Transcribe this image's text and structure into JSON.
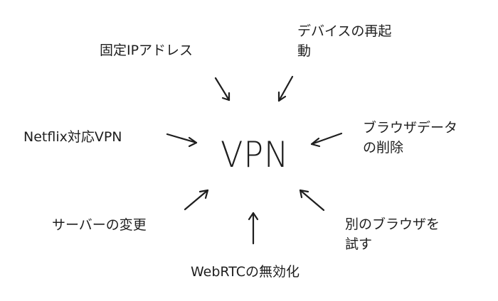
{
  "diagram": {
    "center": "VPN",
    "nodes": {
      "static_ip": "固定IPアドレス",
      "restart_device": {
        "line1": "デバイスの再起",
        "line2": "動"
      },
      "netflix_vpn": "Netflix対応VPN",
      "clear_browser": {
        "line1": "ブラウザデータ",
        "line2": "の削除"
      },
      "change_server": "サーバーの変更",
      "other_browser": {
        "line1": "別のブラウザを",
        "line2": "試す"
      },
      "disable_webrtc": "WebRTCの無効化"
    }
  }
}
